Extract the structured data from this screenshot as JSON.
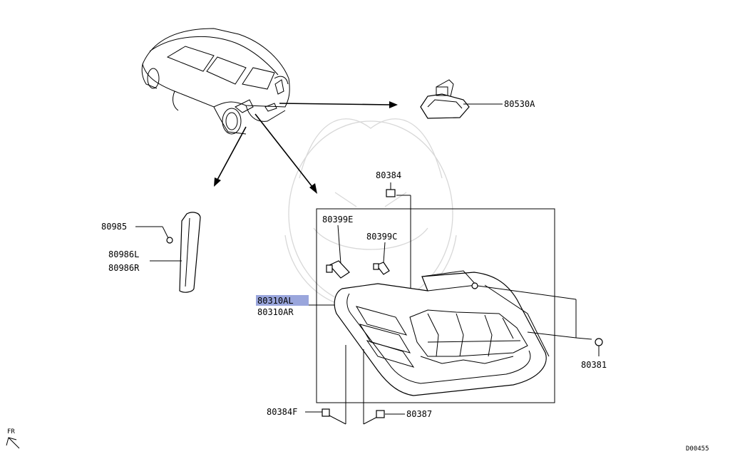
{
  "diagram": {
    "figure_code": "D00455",
    "orientation_label": "FR",
    "highlight_color": "#9aa6dc",
    "parts": [
      {
        "id": "80530A",
        "label": "80530A"
      },
      {
        "id": "80384",
        "label": "80384"
      },
      {
        "id": "80985",
        "label": "80985"
      },
      {
        "id": "80986L",
        "label": "80986L"
      },
      {
        "id": "80986R",
        "label": "80986R"
      },
      {
        "id": "80399E",
        "label": "80399E"
      },
      {
        "id": "80399C",
        "label": "80399C"
      },
      {
        "id": "80310AL",
        "label": "80310AL",
        "highlighted": true
      },
      {
        "id": "80310AR",
        "label": "80310AR"
      },
      {
        "id": "80381",
        "label": "80381"
      },
      {
        "id": "80384F",
        "label": "80384F"
      },
      {
        "id": "80387",
        "label": "80387"
      }
    ]
  }
}
